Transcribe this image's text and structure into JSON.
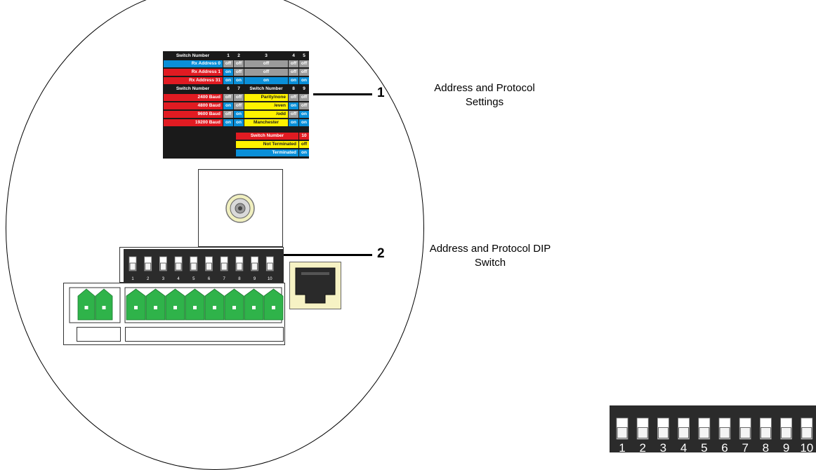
{
  "callouts": [
    {
      "number": "1",
      "label_line1": "Address and Protocol",
      "label_line2": "Settings"
    },
    {
      "number": "2",
      "label_line1": "Address and Protocol DIP",
      "label_line2": "Switch"
    }
  ],
  "settings_table": {
    "header_row": [
      "Switch Number",
      "1",
      "2",
      "3",
      "4",
      "5"
    ],
    "address_rows": [
      {
        "label": "Rx Address  0",
        "s1": "off",
        "s2": "off",
        "s3": "off",
        "s4": "off",
        "s5": "off"
      },
      {
        "label": "Rx Address  1",
        "s1": "on",
        "s2": "off",
        "s3": "off",
        "s4": "off",
        "s5": "off"
      },
      {
        "label": "Rx Address 31",
        "s1": "on",
        "s2": "on",
        "s3": "on",
        "s4": "on",
        "s5": "on"
      }
    ],
    "baud_header": [
      "Switch Number",
      "6",
      "7"
    ],
    "protocol_header": [
      "Switch Number",
      "8",
      "9"
    ],
    "baud_rows": [
      {
        "label": "2400  Baud",
        "s6": "off",
        "s7": "off"
      },
      {
        "label": "4800  Baud",
        "s6": "on",
        "s7": "off"
      },
      {
        "label": "9600  Baud",
        "s6": "off",
        "s7": "on"
      },
      {
        "label": "19200  Baud",
        "s6": "on",
        "s7": "on"
      }
    ],
    "protocol_rows": [
      {
        "label": "Parity/none",
        "s8": "off",
        "s9": "off"
      },
      {
        "label": "/even",
        "s8": "on",
        "s9": "off"
      },
      {
        "label": "/odd",
        "s8": "off",
        "s9": "on"
      },
      {
        "label": "Manchester",
        "s8": "on",
        "s9": "on"
      }
    ],
    "termination_header": [
      "Switch Number",
      "10"
    ],
    "termination_rows": [
      {
        "label": "Not Terminated",
        "s10": "off"
      },
      {
        "label": "Terminated",
        "s10": "on"
      }
    ]
  },
  "dip_switch_numbers": [
    "1",
    "2",
    "3",
    "4",
    "5",
    "6",
    "7",
    "8",
    "9",
    "10"
  ],
  "dip_switch_positions": [
    "off",
    "off",
    "off",
    "off",
    "off",
    "off",
    "off",
    "off",
    "off",
    "off"
  ],
  "colors": {
    "address_blue": "#0a8fd8",
    "baud_red": "#e11b22",
    "protocol_yellow": "#fff200",
    "cell_gray": "#9b9b9b",
    "terminal_green": "#2fb34a",
    "dip_body": "#2b2b2b"
  },
  "icons": [
    "bnc-connector-icon",
    "rj45-jack-icon",
    "terminal-block-icon",
    "dip-switch-icon"
  ]
}
